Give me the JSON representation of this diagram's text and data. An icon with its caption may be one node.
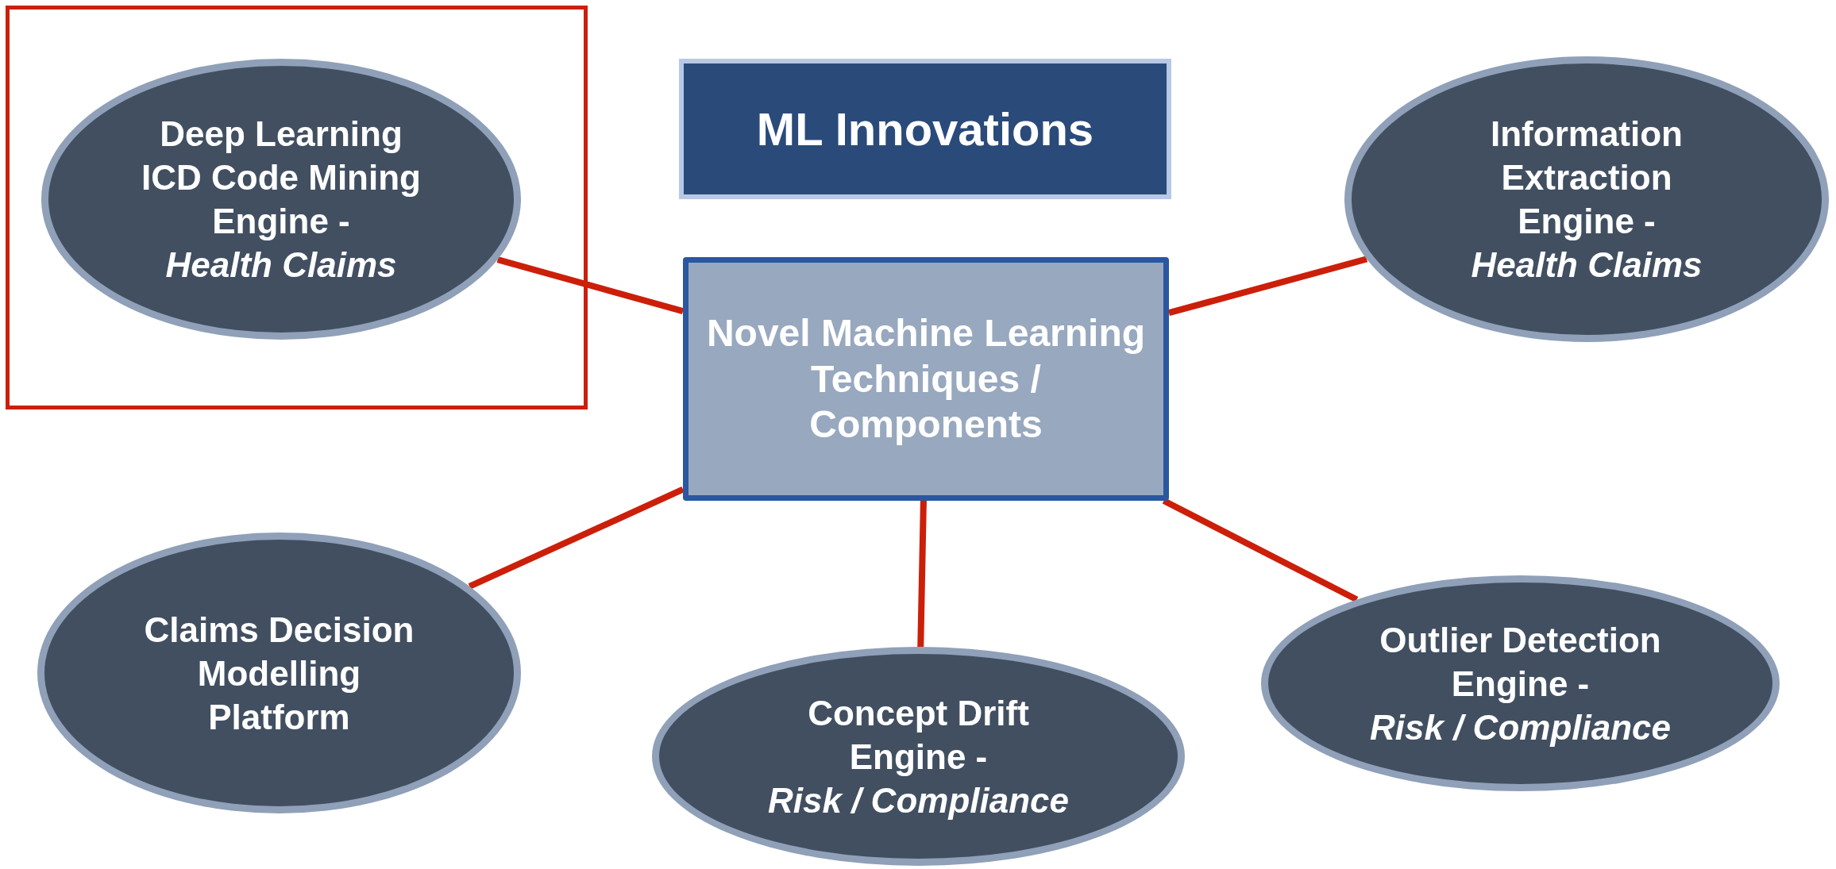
{
  "diagram": {
    "nodes": [
      {
        "text": [],
        "shape": "box"
      },
      {
        "text": [
          "Deep Learning ICD Code Mining Engine -",
          "Health Claims"
        ],
        "in": 0
      },
      {
        "text": [
          "ML Innovations"
        ]
      },
      {
        "text": [
          "Information Extraction Engine -",
          "Health Claims"
        ]
      },
      {
        "text": [
          "Novel Machine Learning Techniques / Components"
        ]
      },
      {
        "text": [
          "Claims Decision Modelling Platform"
        ]
      },
      {
        "text": [
          "Concept Drift Engine -",
          "Risk / Compliance"
        ]
      },
      {
        "text": [
          "Outlier Detection Engine -",
          "Risk / Compliance"
        ]
      }
    ],
    "edges": [
      {
        "from": 1,
        "to": 4,
        "arrow": "none"
      },
      {
        "from": 4,
        "to": 3,
        "arrow": "none"
      },
      {
        "from": 4,
        "to": 5,
        "arrow": "none"
      },
      {
        "from": 4,
        "to": 6,
        "arrow": "none"
      },
      {
        "from": 4,
        "to": 7,
        "arrow": "none"
      }
    ]
  }
}
